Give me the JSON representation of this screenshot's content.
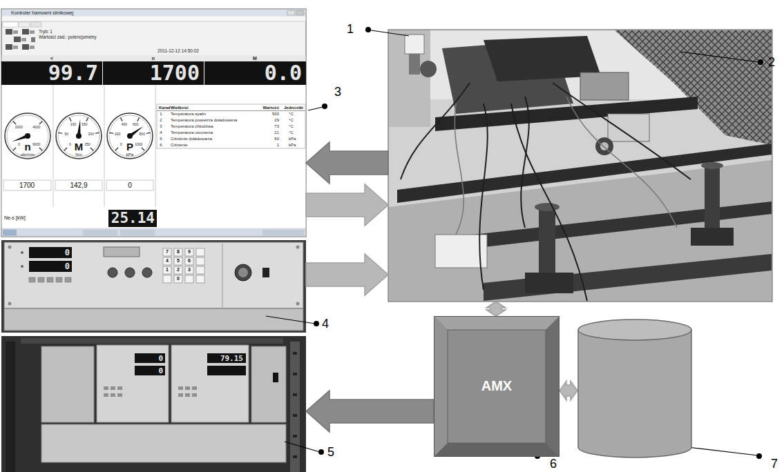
{
  "diagram": {
    "nodes": [
      {
        "text": [
          "Kontroler hamowni silnikowej",
          "3"
        ]
      },
      {
        "text": [
          "1",
          "2"
        ]
      },
      {
        "text": [
          "4"
        ]
      },
      {
        "text": [
          "5"
        ]
      },
      {
        "text": [
          "AMX",
          "6"
        ]
      },
      {
        "text": [
          "7"
        ]
      }
    ],
    "edges": [
      {
        "from": 1,
        "to": 0,
        "arrow": "to"
      },
      {
        "from": 0,
        "to": 1,
        "arrow": "to"
      },
      {
        "from": 2,
        "to": 1,
        "arrow": "to"
      },
      {
        "from": 1,
        "to": 4,
        "arrow": "both"
      },
      {
        "from": 4,
        "to": 3,
        "arrow": "to"
      },
      {
        "from": 4,
        "to": 5,
        "arrow": "both"
      }
    ],
    "labels": [
      "Tryb: 1",
      "Wartości zad.: potencjometry",
      "2011-12-12 14:50:02",
      "<",
      "n",
      "M",
      "99.7",
      "1700",
      "0.0",
      "n",
      "obr/min",
      "M",
      "Nm",
      "P",
      "kPa",
      "1700",
      "142,9",
      "0",
      "Kanał",
      "Wielkość",
      "Wartość",
      "Jednostki",
      "1",
      "Temperatura spalin",
      "500",
      "°C",
      "2",
      "Temperatura powietrza doładowania",
      "29",
      "°C",
      "3",
      "Temperatura chłodziwa",
      "73",
      "°C",
      "4",
      "Temperatura otoczenia",
      "21",
      "°C",
      "5",
      "Ciśnienie doładowania",
      "60",
      "kPa",
      "6",
      "Ciśnienie",
      "1",
      "kPa",
      "Ne-s [kW]",
      "25.14",
      "0",
      "2000",
      "4000",
      "6000",
      "0",
      "50",
      "100",
      "150",
      "200",
      "250",
      "0",
      "200",
      "400",
      "600",
      "800",
      "1000",
      "0",
      "0",
      "7",
      "8",
      "9",
      "4",
      "5",
      "6",
      "1",
      "2",
      "3",
      "0",
      "0",
      "0",
      "79.15"
    ]
  }
}
